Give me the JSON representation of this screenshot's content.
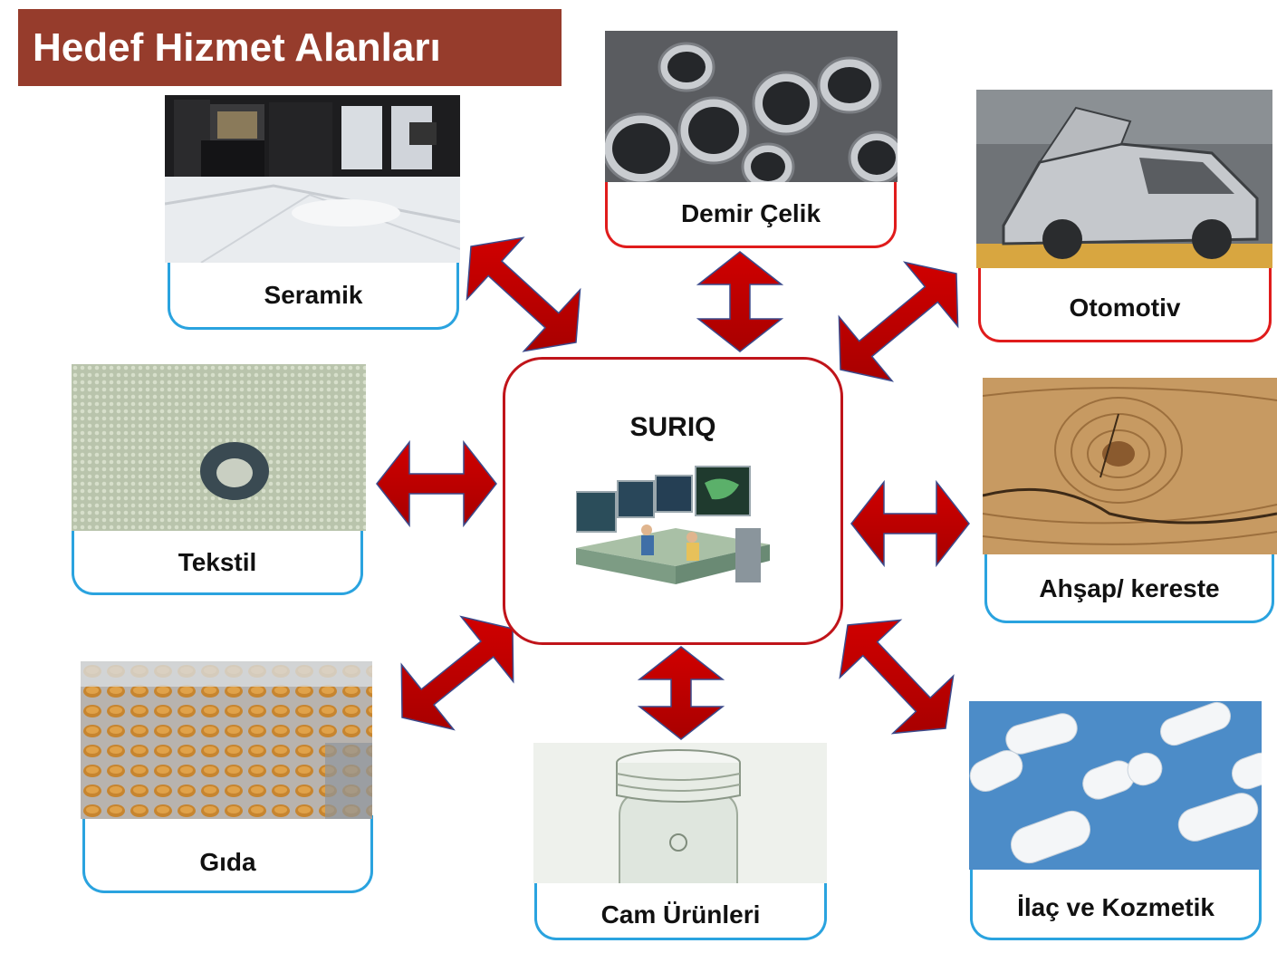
{
  "title": "Hedef Hizmet Alanları",
  "center": {
    "label": "SURIQ",
    "icon": "control-room-icon"
  },
  "sectors": {
    "seramik": "Seramik",
    "demir_celik": "Demir Çelik",
    "otomotiv": "Otomotiv",
    "tekstil": "Tekstil",
    "ahsap": "Ahşap/ kereste",
    "gida": "Gıda",
    "cam": "Cam Ürünleri",
    "ilac": "İlaç ve Kozmetik"
  },
  "colors": {
    "title_bg": "#963c2c",
    "arrow_fill": "#c00000",
    "arrow_stroke": "#3b4a8c",
    "card_blue": "#2aa3df",
    "card_red": "#e01c1c",
    "center_border": "#c0141a"
  }
}
